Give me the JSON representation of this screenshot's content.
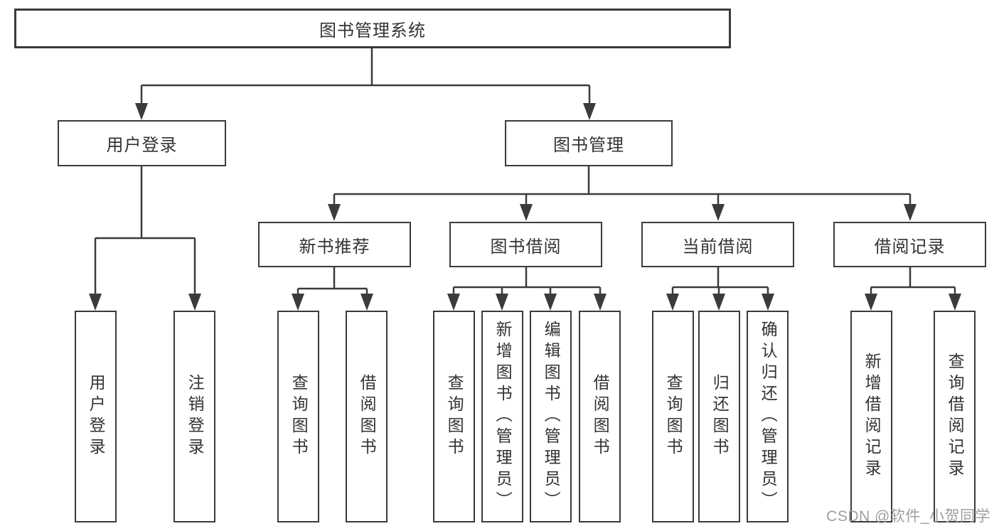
{
  "diagram": {
    "root": {
      "label": "图书管理系统"
    },
    "branches": [
      {
        "label": "用户登录",
        "children": [
          {
            "label": "用户登录"
          },
          {
            "label": "注销登录"
          }
        ]
      },
      {
        "label": "图书管理",
        "children": [
          {
            "label": "新书推荐",
            "children": [
              {
                "label": "查询图书"
              },
              {
                "label": "借阅图书"
              }
            ]
          },
          {
            "label": "图书借阅",
            "children": [
              {
                "label": "查询图书"
              },
              {
                "label": "新增图书（管理员）"
              },
              {
                "label": "编辑图书（管理员）"
              },
              {
                "label": "借阅图书"
              }
            ]
          },
          {
            "label": "当前借阅",
            "children": [
              {
                "label": "查询图书"
              },
              {
                "label": "归还图书"
              },
              {
                "label": "确认归还（管理员）"
              }
            ]
          },
          {
            "label": "借阅记录",
            "children": [
              {
                "label": "新增借阅记录"
              },
              {
                "label": "查询借阅记录"
              }
            ]
          }
        ]
      }
    ]
  },
  "watermark": {
    "text": "CSDN @软件_小贺同学"
  },
  "colors": {
    "line": "#3b3b3b",
    "box_border": "#3b3b3b",
    "text": "#333333",
    "background": "#ffffff",
    "watermark": "#9e9e9e"
  }
}
